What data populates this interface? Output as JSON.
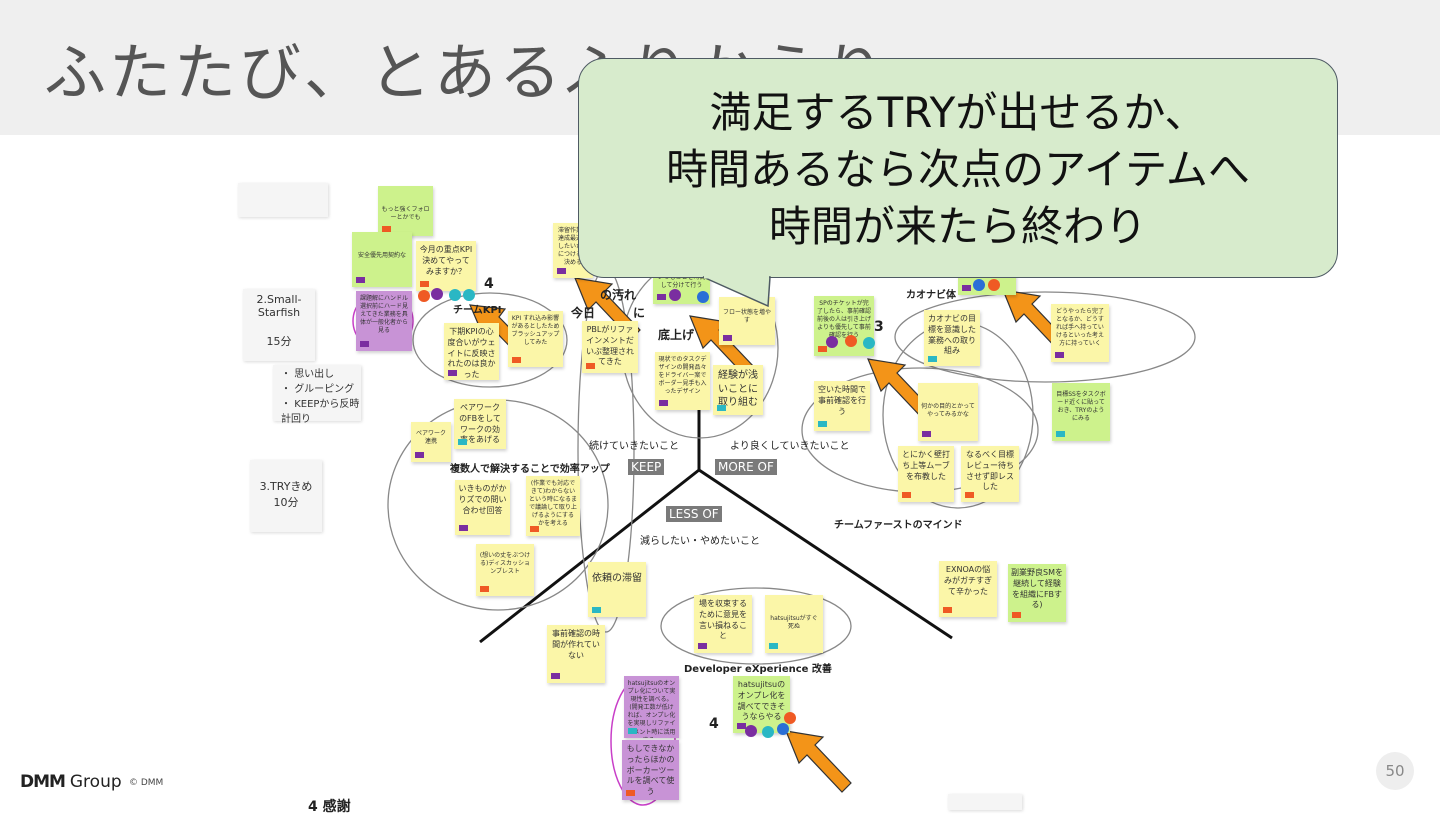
{
  "slide": {
    "title": "ふたたび、とあるふりかえり",
    "page_number": "50"
  },
  "callout": {
    "line1": "満足するTRYが出せるか、",
    "line2": "時間あるなら次点のアイテムへ",
    "line3": "時間が来たら終わり"
  },
  "footer": {
    "logo_main": "DMM",
    "logo_group": "Group",
    "copyright": "© DMM"
  },
  "phases": {
    "small_starfish": "2.Small-Starfish",
    "small_starfish_time": "15分",
    "steps": [
      "思い出し",
      "グルーピング",
      "KEEPから反時計回り"
    ],
    "try_decide": "3.TRYきめ",
    "try_time": "10分"
  },
  "starfish": {
    "keep_desc": "続けていきたいこと",
    "keep": "KEEP",
    "moreof_desc": "より良くしていきたいこと",
    "moreof": "MORE OF",
    "lessof": "LESS OF",
    "lessof_desc": "減らしたい・やめたいこと"
  },
  "groups": {
    "team_kpi": "チームKPI",
    "multi": "複数人で解決することで効率アップ",
    "dx": "Developer eXperience 改善",
    "team_first": "チームファーストのマインド",
    "kaonavi": "カオナビ体",
    "soko": "底上げ",
    "yogore": "の汚れ",
    "kyou": "今日",
    "ni": "に"
  },
  "counts": {
    "a": "4",
    "b": "3",
    "c": "4"
  },
  "notes": {
    "n_top1": "もっと強くフォローとかでも",
    "n_safety": "安全優先用契約な",
    "n_kpi_q": "今月の重点KPI決めてやってみますか？",
    "n_pink": "課題解にハンドル選択前にハード見えてきた業務を具体が一般化者から見る",
    "n_kpi_low": "下期KPIの心度合いがウェイトに反映されたのは良かった",
    "n_kpi_fb": "KPI すれ込み影響があるとしたためブラッシュアップしてみた",
    "n_pair": "ペアワークのFBをしてワークの効率をあげる",
    "n_pair_small": "ペアワーク連携",
    "n_ikinari": "いきものがかりズでの問い合わせ回答",
    "n_sagyou": "(作業でも対応できて)わからないという時になるまで議論して取り上げるようにするかを考える",
    "n_omoi": "(想いの丈をぶつける)ディスカッションブレスト",
    "n_tainou": "滞留作業の達成最適化したいためにつけるか決める",
    "n_pbl": "PBLがリファインメントだいぶ整理されてきた",
    "n_chart": "現状でのタスクデザインの開発品々をドライバー案でボーダー見手も入ったデザイン",
    "n_flow": "フロー状態を増やす",
    "n_keiken": "経験が浅いことに取り組む",
    "n_top_g": "いつもごとを時間して分けて行う",
    "n_sp": "SPのチケットが完了したら、事前確認前後の人は引き上げよりも優先して事前確認を行う",
    "n_aki": "空いた時間で事前確認を行う",
    "n_kao": "カオナビの目標を意識した業務への取り組み",
    "n_try_mid": "何かの目的とかってやってみるかな",
    "n_tonikaku": "とにかく壁打ち上等ムーブを布教した",
    "n_naru": "なるべく目標レビュー待ちさせず即レスした",
    "n_douyatte": "どうやったら完了となるか、どうすれば手へ持っていけるといった考え方に持っていく",
    "n_mokuhyou": "目標SSをタスクボード近くに貼っておき、TRYのようにみる",
    "n_exnoa": "EXNOAの悩みがガチすぎて辛かった",
    "n_fukugyou": "副業野良SMを継続して経験を組織にFBする)",
    "n_irai": "依頼の滞留",
    "n_jizen": "事前確認の時間が作れていない",
    "n_ba": "場を収束するために意見を言い損ねること",
    "n_hatsu_die": "hatsujitsuがすぐ死ぬ",
    "n_hatsu_oss": "hatsujitsuのオンプレ化を調べてできそうならやる",
    "n_hatsu_purple": "hatsujitsuのオンプレ化について実現性を調べる。(開発工数が低ければ、オンプレ化を実現しリファインメント時に活用する。",
    "n_moshi": "もしできなかったらほかのボーカーツールを調べて使う",
    "n_bottom": "4 感謝"
  }
}
